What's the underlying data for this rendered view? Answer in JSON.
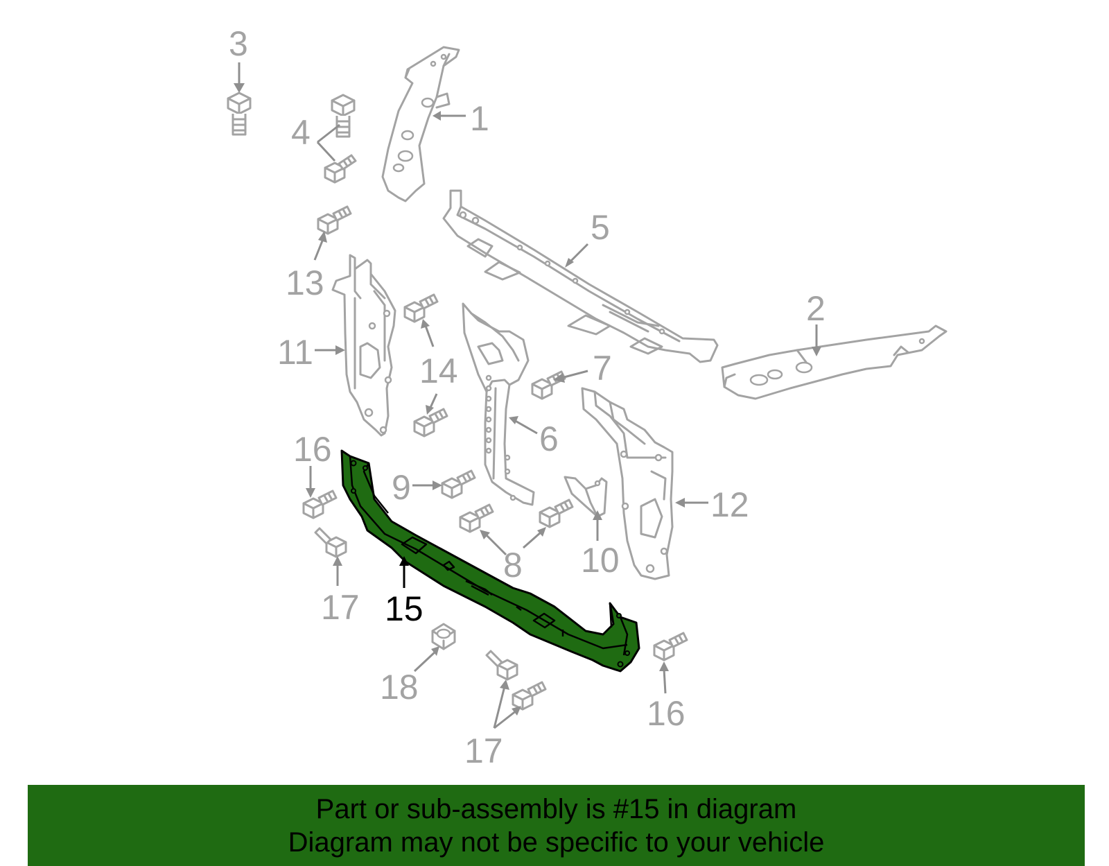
{
  "diagram": {
    "highlight_color": "#1f6b12",
    "highlighted_part": "15",
    "callouts": {
      "c1": "1",
      "c2": "2",
      "c3": "3",
      "c4": "4",
      "c5": "5",
      "c6": "6",
      "c7": "7",
      "c8": "8",
      "c9": "9",
      "c10": "10",
      "c11": "11",
      "c12": "12",
      "c13": "13",
      "c14": "14",
      "c15": "15",
      "c16a": "16",
      "c16b": "16",
      "c17a": "17",
      "c17b": "17",
      "c18": "18"
    }
  },
  "banner": {
    "line1": "Part or sub-assembly is #15 in diagram",
    "line2": "Diagram may not be specific to your vehicle"
  }
}
